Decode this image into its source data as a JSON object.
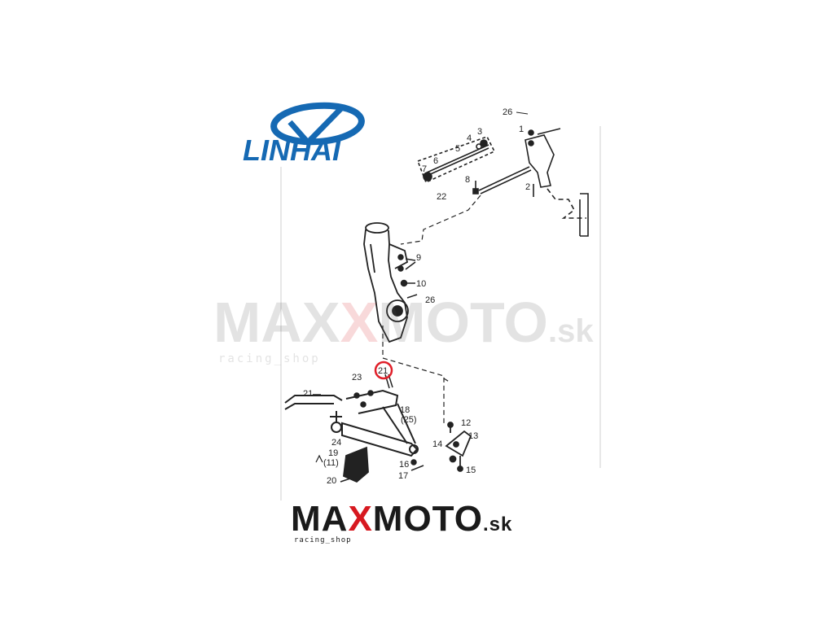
{
  "brand": {
    "logo_text": "LINHAI",
    "logo_color": "#1569b3"
  },
  "watermark": {
    "text_left": "MAX",
    "text_x": "X",
    "text_right": "MOTO",
    "domain": ".sk",
    "tagline": "racing_shop"
  },
  "footer_brand": {
    "text_left": "MA",
    "text_x": "X",
    "text_right": "MOTO",
    "domain": ".sk",
    "tagline": "racing_shop",
    "accent_color": "#d71920"
  },
  "diagram": {
    "highlight_color": "#e0202a",
    "highlighted_part": "21",
    "labels": {
      "p1": "1",
      "p2": "2",
      "p3": "3",
      "p4": "4",
      "p5": "5",
      "p6": "6",
      "p7": "7",
      "p8": "8",
      "p9": "9",
      "p10": "10",
      "p12": "12",
      "p13": "13",
      "p14": "14",
      "p15": "15",
      "p16": "16",
      "p17": "17",
      "p18": "18",
      "p19": "19",
      "p20": "20",
      "p21": "21",
      "p21b": "21",
      "p22": "22",
      "p23": "23",
      "p24": "24",
      "p25": "(25)",
      "p11": "(11)",
      "p26": "26",
      "p26b": "26"
    }
  }
}
